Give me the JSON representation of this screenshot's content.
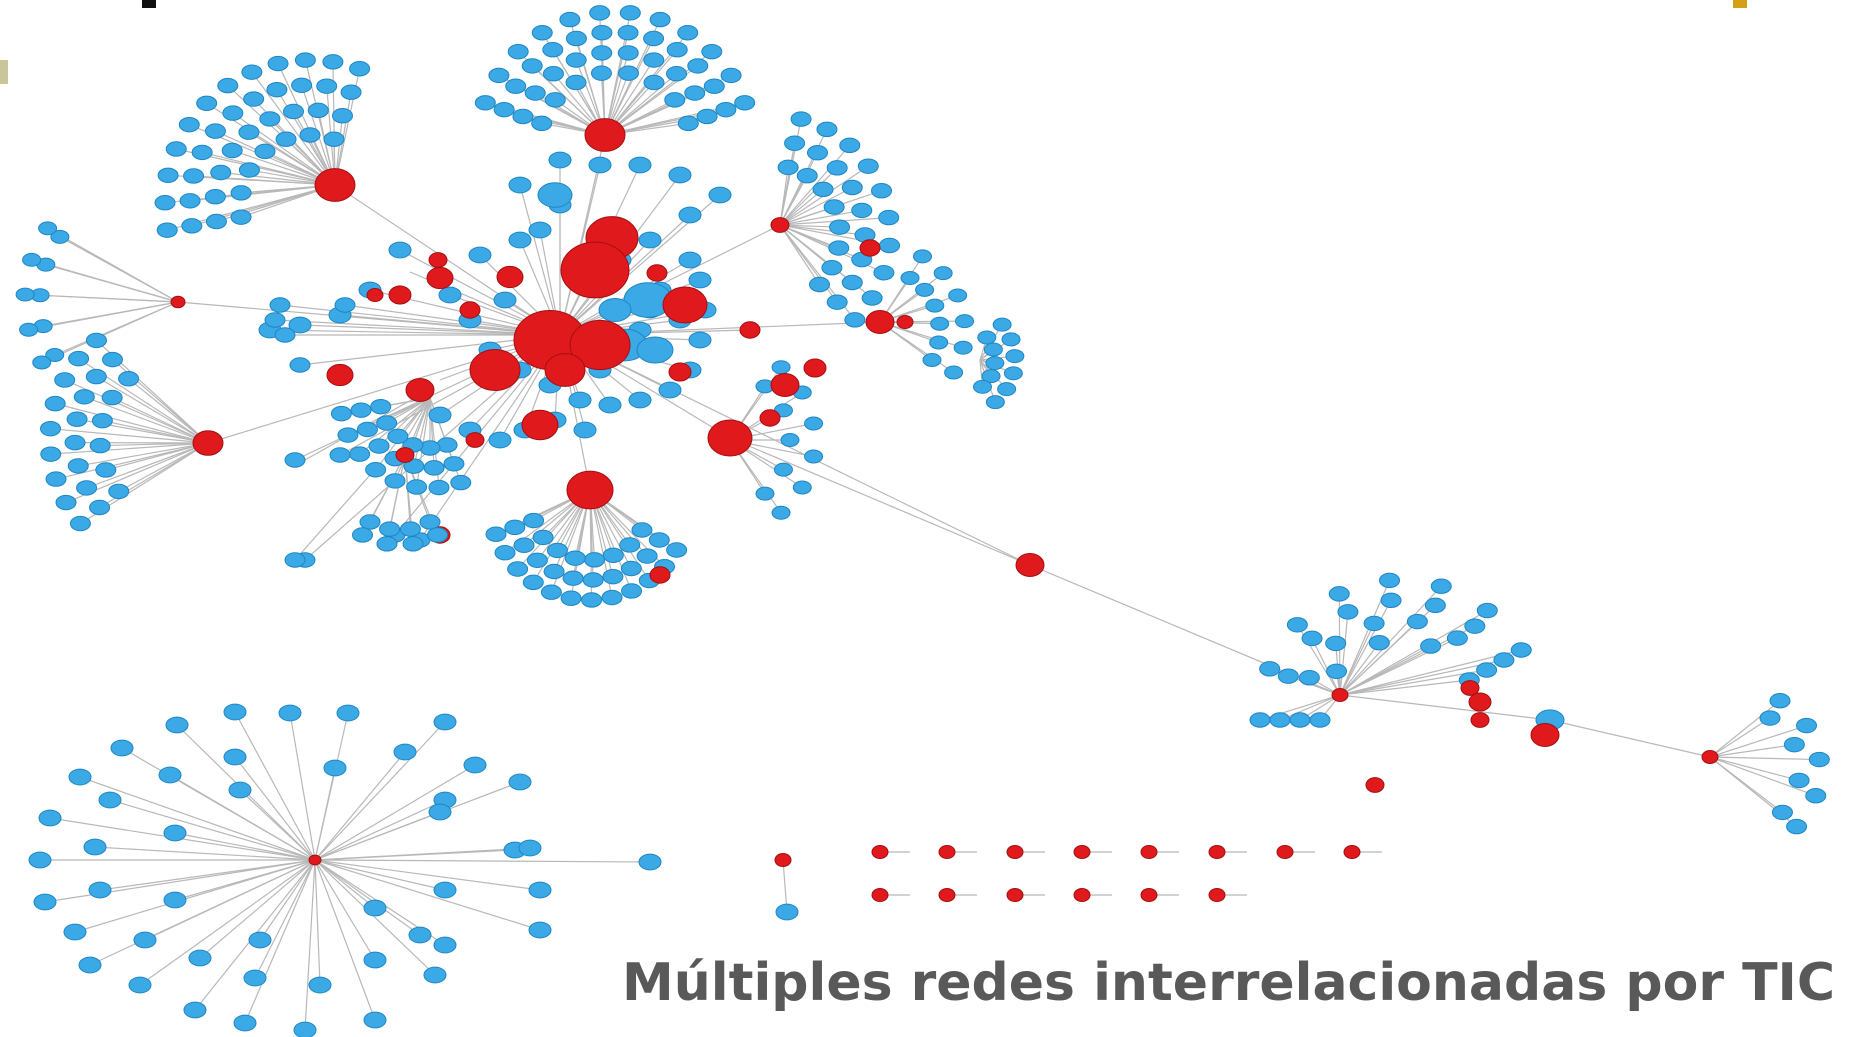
{
  "caption": "Múltiples redes interrelacionadas por TIC",
  "colors": {
    "background": "#ffffff",
    "hub_node": "#e0191c",
    "leaf_node": "#3aa9e6",
    "edge": "#b8b8b8",
    "caption_text": "#595959",
    "corner_black": "#111111",
    "corner_olive": "#c9c69b",
    "corner_gold": "#d4a017"
  },
  "legend": [],
  "decorations": [
    "corner-mark-black",
    "corner-mark-olive",
    "corner-mark-gold"
  ]
}
